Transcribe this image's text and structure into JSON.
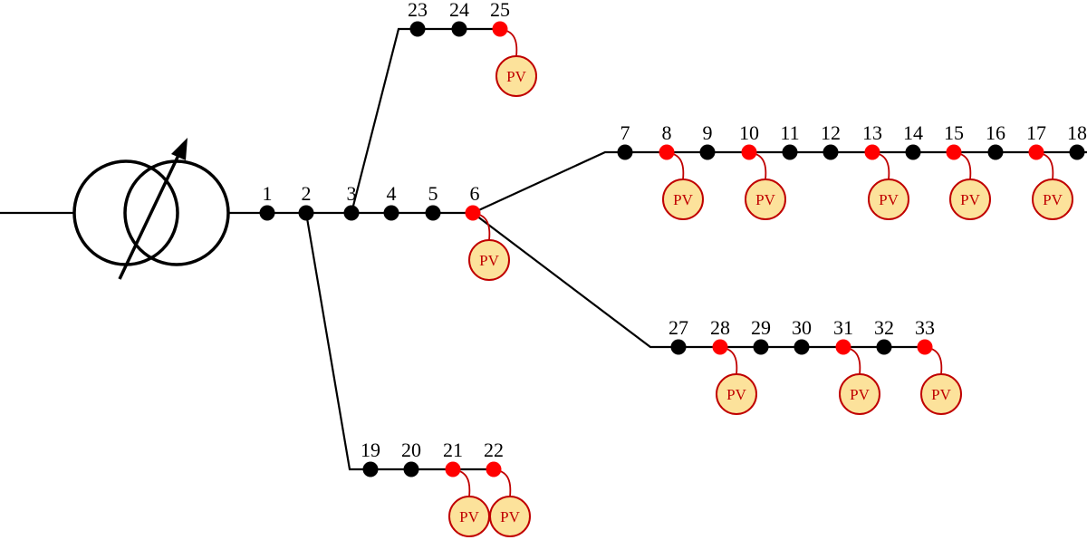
{
  "colors": {
    "line": "#000000",
    "bus": "#000000",
    "pv_bus": "#ff0000",
    "pv_fill": "#fce29b",
    "pv_stroke": "#c00000"
  },
  "transformer": {
    "icon": "variable-transformer-icon"
  },
  "pv_label": "PV",
  "buses": [
    {
      "id": "1",
      "pv": false
    },
    {
      "id": "2",
      "pv": false
    },
    {
      "id": "3",
      "pv": false
    },
    {
      "id": "4",
      "pv": false
    },
    {
      "id": "5",
      "pv": false
    },
    {
      "id": "6",
      "pv": true
    },
    {
      "id": "7",
      "pv": false
    },
    {
      "id": "8",
      "pv": true
    },
    {
      "id": "9",
      "pv": false
    },
    {
      "id": "10",
      "pv": true
    },
    {
      "id": "11",
      "pv": false
    },
    {
      "id": "12",
      "pv": false
    },
    {
      "id": "13",
      "pv": true
    },
    {
      "id": "14",
      "pv": false
    },
    {
      "id": "15",
      "pv": true
    },
    {
      "id": "16",
      "pv": false
    },
    {
      "id": "17",
      "pv": true
    },
    {
      "id": "18",
      "pv": false
    },
    {
      "id": "19",
      "pv": false
    },
    {
      "id": "20",
      "pv": false
    },
    {
      "id": "21",
      "pv": true
    },
    {
      "id": "22",
      "pv": true
    },
    {
      "id": "23",
      "pv": false
    },
    {
      "id": "24",
      "pv": false
    },
    {
      "id": "25",
      "pv": true
    },
    {
      "id": "27",
      "pv": false
    },
    {
      "id": "28",
      "pv": true
    },
    {
      "id": "29",
      "pv": false
    },
    {
      "id": "30",
      "pv": false
    },
    {
      "id": "31",
      "pv": true
    },
    {
      "id": "32",
      "pv": false
    },
    {
      "id": "33",
      "pv": true
    }
  ]
}
